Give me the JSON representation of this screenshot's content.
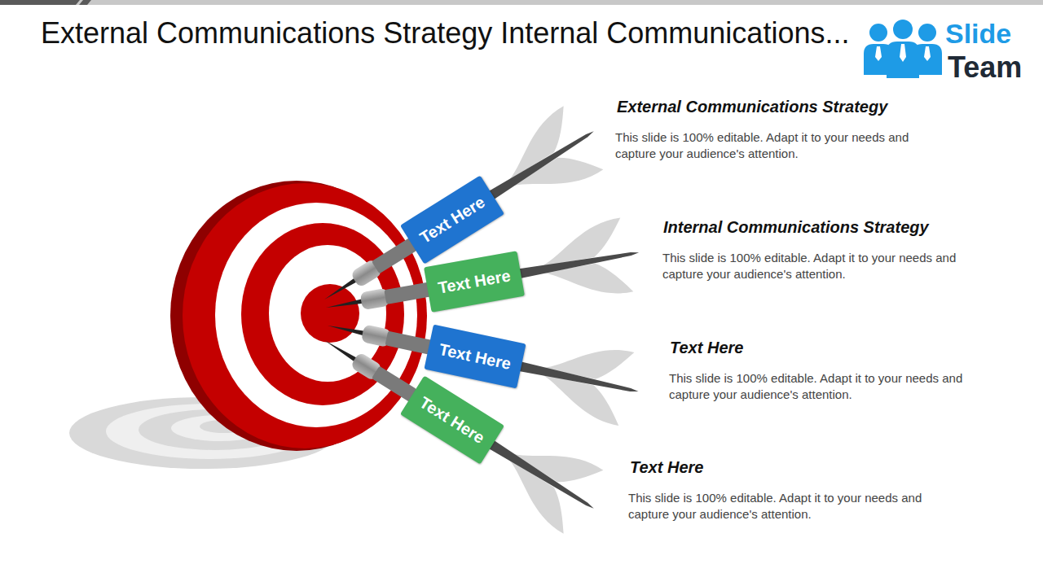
{
  "diagram": {
    "title": "External Communications Strategy Internal Communications...",
    "nodes": [
      {
        "text": [
          "Text Here"
        ]
      },
      {
        "text": [
          "Text Here"
        ]
      },
      {
        "text": [
          "Text Here"
        ]
      },
      {
        "text": [
          "Text Here"
        ]
      }
    ],
    "labels": [
      "External Communications Strategy",
      "This slide is 100% editable. Adapt it to your needs and capture your audience's attention.",
      "Internal Communications Strategy",
      "This slide is 100% editable. Adapt it to your needs and capture your audience's attention.",
      "Text Here",
      "This slide is 100% editable. Adapt it to your needs and capture your audience's attention.",
      "Text Here",
      "This slide is 100% editable. Adapt it to your needs and capture your audience's attention.",
      "Slide",
      "Team"
    ]
  }
}
